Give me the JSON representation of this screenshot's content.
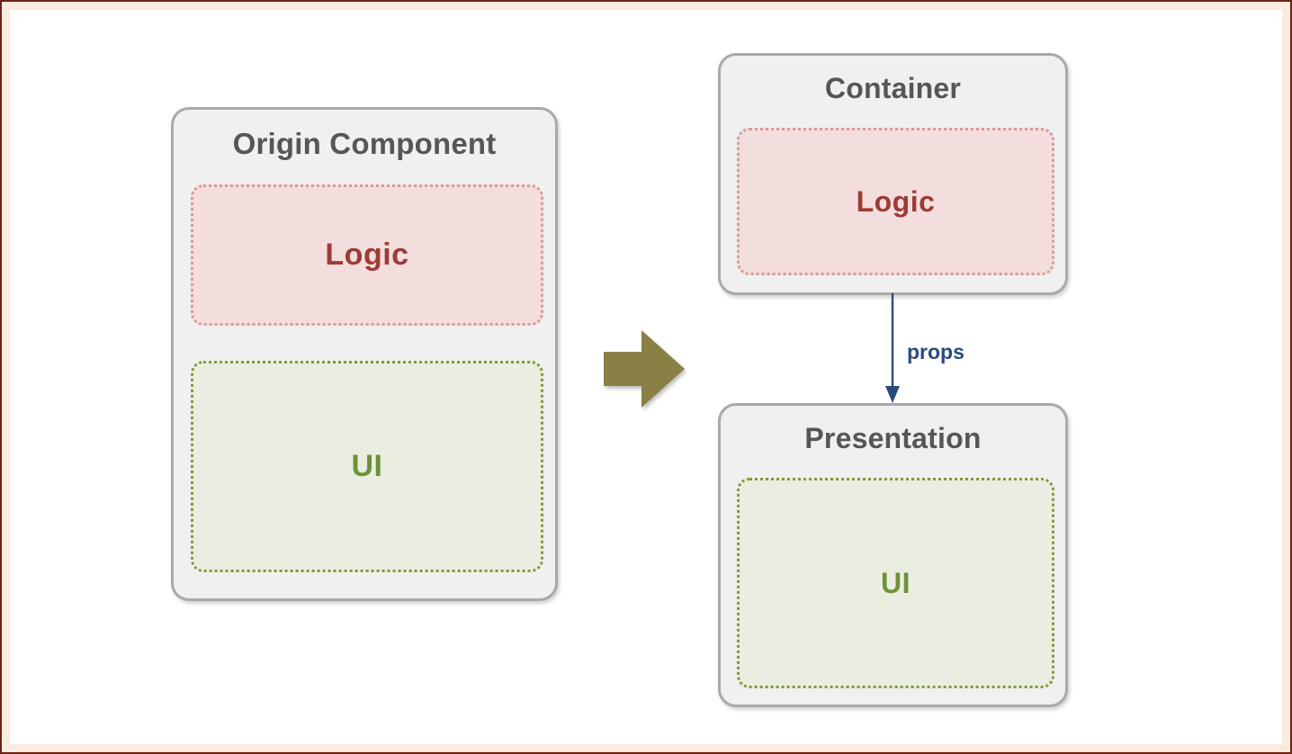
{
  "diagram": {
    "title_text_color": "#565656",
    "background": "#ffffff",
    "frame": {
      "outer_color": "#6b2316",
      "inner_color": "#fbeade"
    },
    "left": {
      "card_title": "Origin Component",
      "blocks": [
        {
          "label": "Logic",
          "kind": "logic",
          "fill": "#f3dedd",
          "border": "#d79a9a",
          "text_color": "#9e3b37"
        },
        {
          "label": "UI",
          "kind": "ui",
          "fill": "#eaeee0",
          "border": "#7d9b3d",
          "text_color": "#6e9138"
        }
      ]
    },
    "transition": {
      "icon": "right-arrow-icon",
      "color": "#8a7f45"
    },
    "right_top": {
      "card_title": "Container",
      "blocks": [
        {
          "label": "Logic",
          "kind": "logic",
          "fill": "#f3dedd",
          "border": "#d79a9a",
          "text_color": "#9e3b37"
        }
      ]
    },
    "connector": {
      "label": "props",
      "color": "#2b4b7d",
      "direction": "down"
    },
    "right_bottom": {
      "card_title": "Presentation",
      "blocks": [
        {
          "label": "UI",
          "kind": "ui",
          "fill": "#eaeee0",
          "border": "#7d9b3d",
          "text_color": "#6e9138"
        }
      ]
    }
  }
}
